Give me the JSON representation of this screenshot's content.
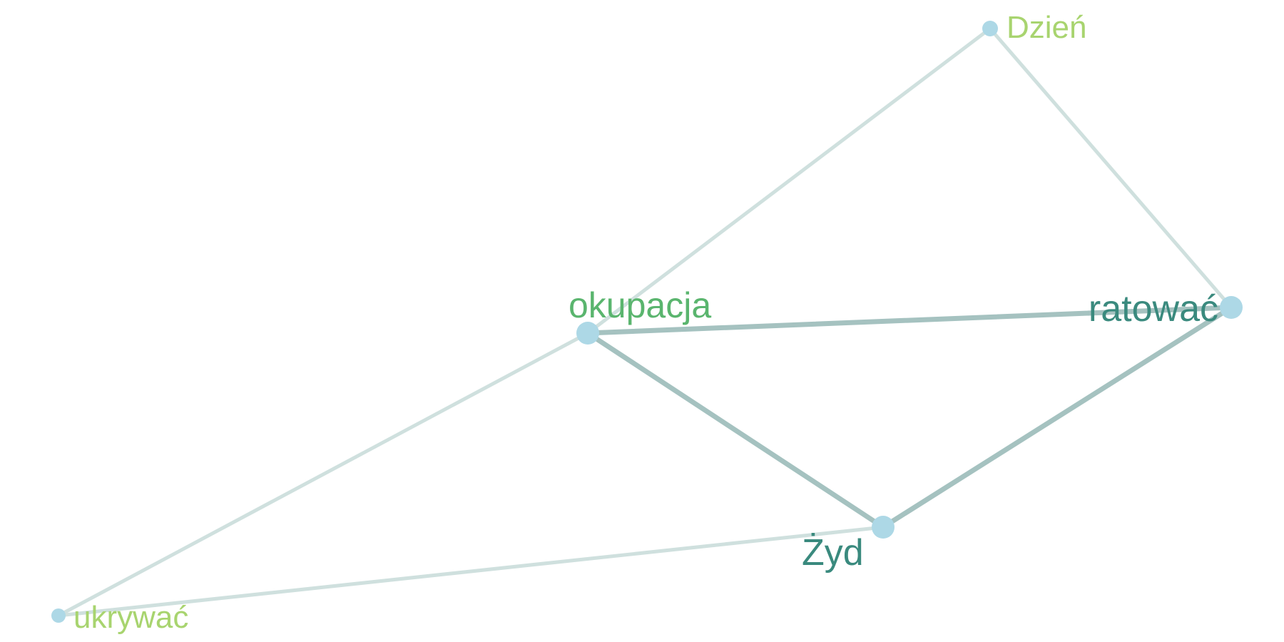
{
  "graph": {
    "nodes": [
      {
        "id": "dzien",
        "label": "Dzień",
        "label_color": "#a8d46f",
        "node_color": "#add8e6"
      },
      {
        "id": "okupacja",
        "label": "okupacja",
        "label_color": "#5ab56e",
        "node_color": "#add8e6"
      },
      {
        "id": "ratowac",
        "label": "ratować",
        "label_color": "#3a8a7e",
        "node_color": "#add8e6"
      },
      {
        "id": "zyd",
        "label": "Żyd",
        "label_color": "#3a8a7e",
        "node_color": "#add8e6"
      },
      {
        "id": "ukrywac",
        "label": "ukrywać",
        "label_color": "#a8d46f",
        "node_color": "#add8e6"
      }
    ],
    "edges": [
      {
        "source": "okupacja",
        "target": "dzien",
        "strength": "weak",
        "color": "#cfe0de"
      },
      {
        "source": "dzien",
        "target": "ratowac",
        "strength": "weak",
        "color": "#cfe0de"
      },
      {
        "source": "okupacja",
        "target": "ratowac",
        "strength": "strong",
        "color": "#a5c2c0"
      },
      {
        "source": "okupacja",
        "target": "zyd",
        "strength": "strong",
        "color": "#a5c2c0"
      },
      {
        "source": "zyd",
        "target": "ratowac",
        "strength": "strong",
        "color": "#a5c2c0"
      },
      {
        "source": "okupacja",
        "target": "ukrywac",
        "strength": "weak",
        "color": "#cfe0de"
      },
      {
        "source": "ukrywac",
        "target": "zyd",
        "strength": "weak",
        "color": "#cfe0de"
      }
    ]
  }
}
